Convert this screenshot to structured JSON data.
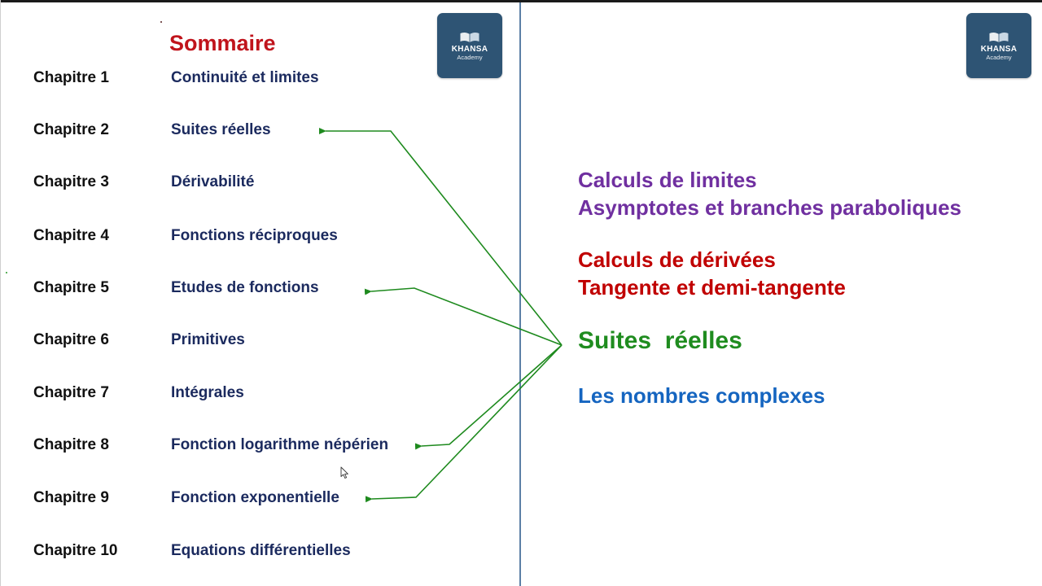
{
  "title": "Sommaire",
  "logo": {
    "brand": "KHANSA",
    "sub": "Academy"
  },
  "chapters": [
    {
      "number": "Chapitre 1",
      "title": "Continuité et limites"
    },
    {
      "number": "Chapitre 2",
      "title": "Suites réelles"
    },
    {
      "number": "Chapitre 3",
      "title": "Dérivabilité"
    },
    {
      "number": "Chapitre 4",
      "title": "Fonctions réciproques"
    },
    {
      "number": "Chapitre 5",
      "title": "Etudes de fonctions"
    },
    {
      "number": "Chapitre 6",
      "title": "Primitives"
    },
    {
      "number": "Chapitre 7",
      "title": "Intégrales"
    },
    {
      "number": "Chapitre 8",
      "title": "Fonction logarithme népérien"
    },
    {
      "number": "Chapitre 9",
      "title": "Fonction exponentielle"
    },
    {
      "number": "Chapitre 10",
      "title": "Equations différentielles"
    }
  ],
  "topics": [
    {
      "text": "Calculs de limites",
      "color": "#7030a0"
    },
    {
      "text": "Asymptotes et branches paraboliques",
      "color": "#7030a0"
    },
    {
      "text": "Calculs de dérivées",
      "color": "#c00000"
    },
    {
      "text": "Tangente et demi-tangente",
      "color": "#c00000"
    },
    {
      "text": "Suites  réelles",
      "color": "#1f8c1f"
    },
    {
      "text": "Les nombres complexes",
      "color": "#1565c0"
    }
  ],
  "colors": {
    "title": "#c0141c",
    "chapter_number": "#111111",
    "chapter_title": "#1b2a5e",
    "arrow": "#1e8a1e",
    "logo_background": "#2e5474",
    "divider": "#5b7fa6"
  },
  "icons": {
    "logo": "open-book-icon",
    "cursor": "mouse-pointer-icon"
  }
}
